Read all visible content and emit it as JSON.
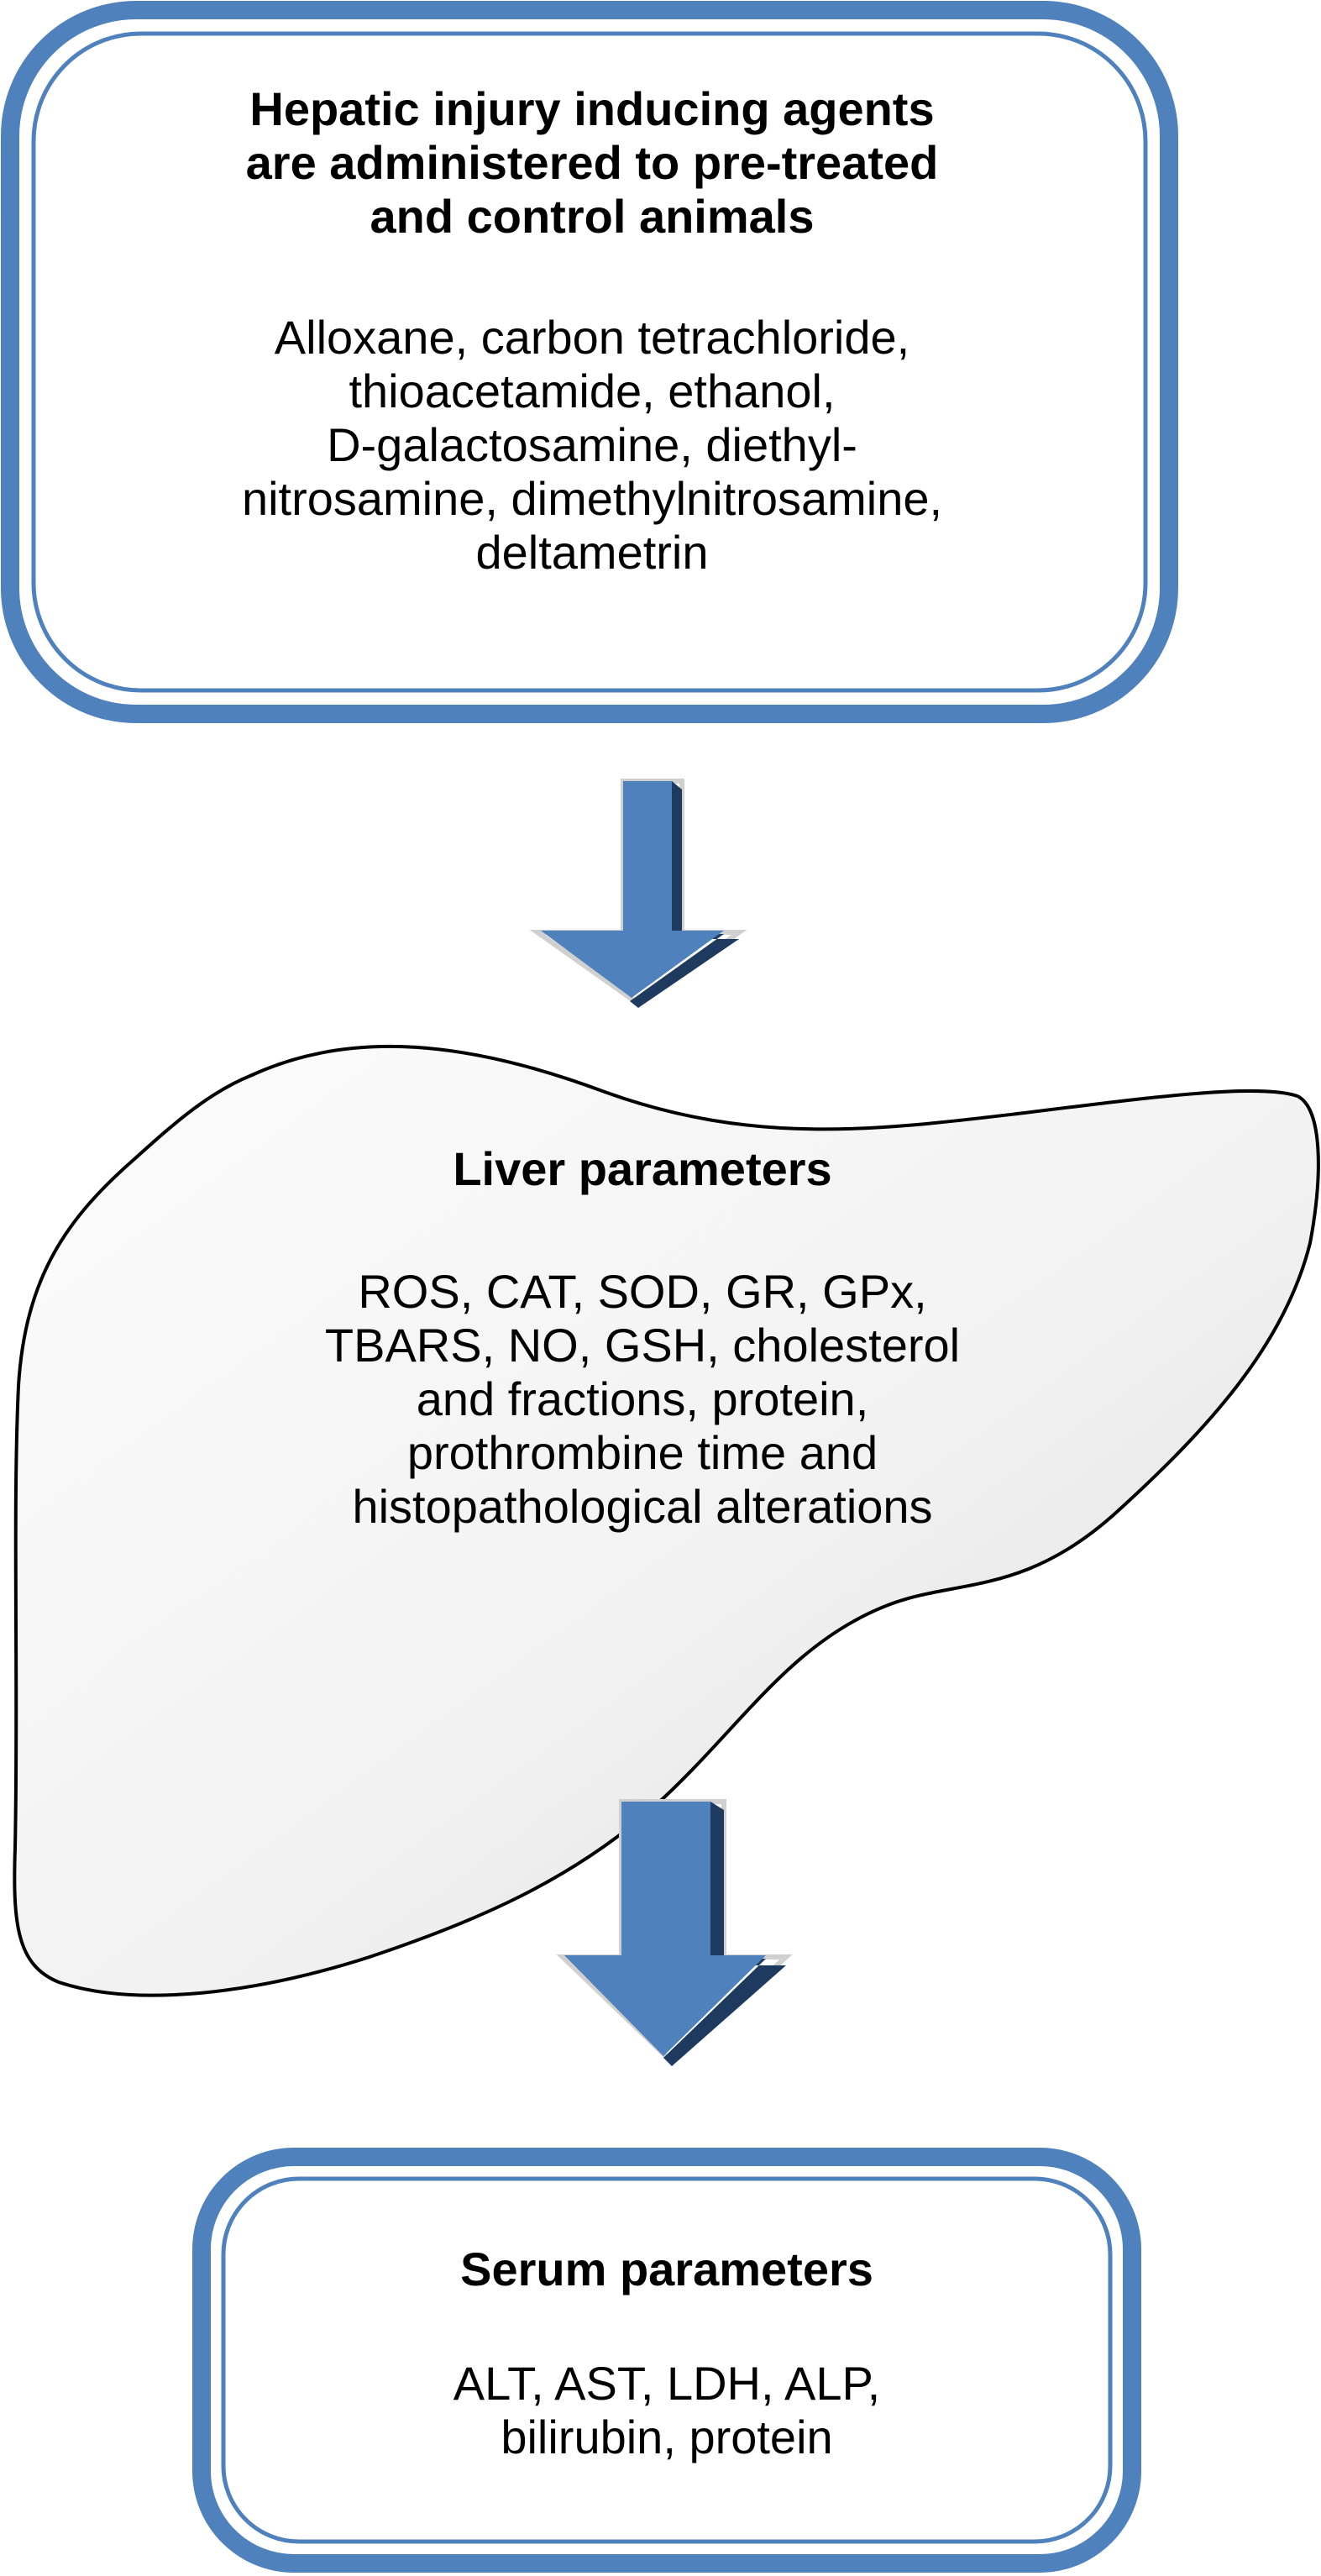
{
  "colors": {
    "box_border": "#4f81bd",
    "box_border_dark": "#3a6aa5",
    "arrow_fill": "#4f81bd",
    "arrow_shadow": "#1f3a5f",
    "liver_fill_light": "#fafafa",
    "liver_fill_dark": "#e2e2e2",
    "liver_stroke": "#000000"
  },
  "diagram": {
    "top_box": {
      "title_lines": [
        "Hepatic injury inducing agents",
        "are administered to pre-treated",
        "and control animals"
      ],
      "body_lines": [
        "Alloxane, carbon tetrachloride,",
        "thioacetamide, ethanol,",
        "D-galactosamine, diethyl-",
        "nitrosamine,  dimethylnitrosamine,",
        "deltametrin"
      ]
    },
    "liver": {
      "title": "Liver parameters",
      "body_lines": [
        "ROS, CAT, SOD, GR, GPx,",
        "TBARS, NO, GSH, cholesterol",
        "and fractions, protein,",
        "prothrombine time and",
        "histopathological alterations"
      ]
    },
    "bottom_box": {
      "title": "Serum parameters",
      "body_lines": [
        "ALT, AST, LDH, ALP,",
        "bilirubin, protein"
      ]
    },
    "arrows": [
      {
        "name": "arrow-top-to-liver"
      },
      {
        "name": "arrow-liver-to-serum"
      }
    ]
  }
}
